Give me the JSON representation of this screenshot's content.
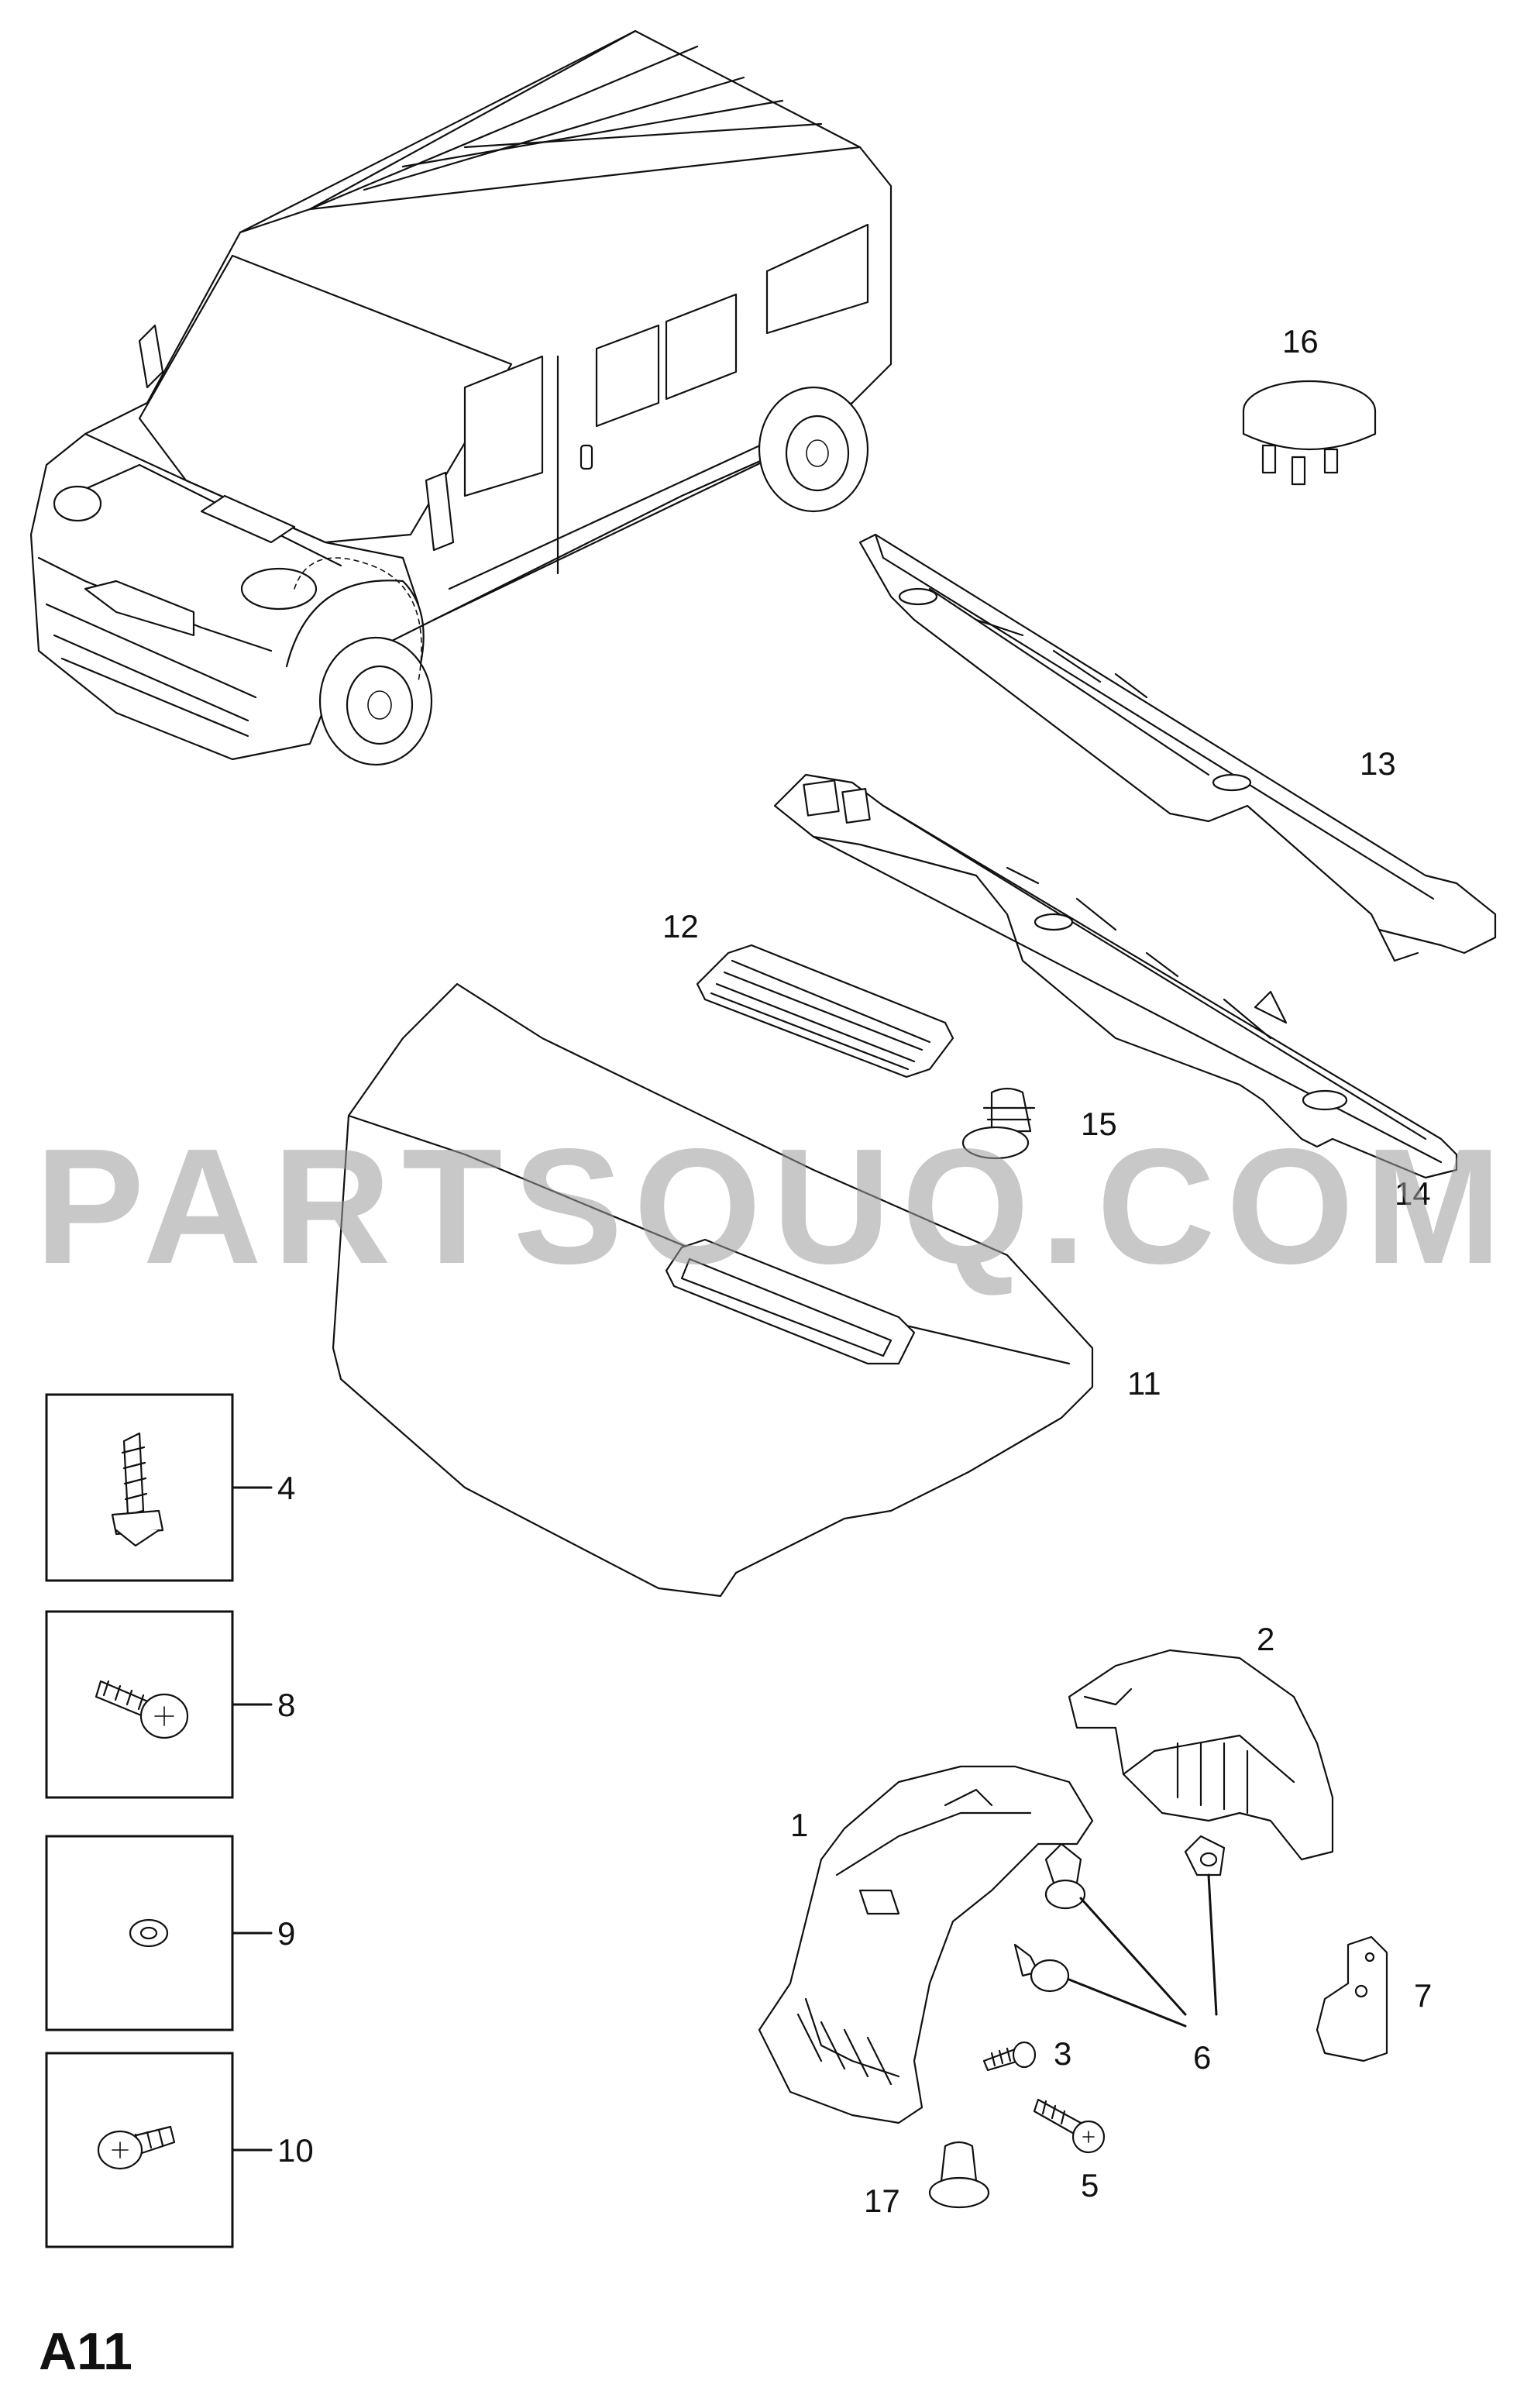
{
  "watermark": "PARTSOUQ.COM",
  "page_code": "A11",
  "callouts": {
    "c1": "1",
    "c2": "2",
    "c3": "3",
    "c4": "4",
    "c5": "5",
    "c6": "6",
    "c7": "7",
    "c8": "8",
    "c9": "9",
    "c10": "10",
    "c11": "11",
    "c12": "12",
    "c13": "13",
    "c14": "14",
    "c15": "15",
    "c16": "16",
    "c17": "17"
  }
}
